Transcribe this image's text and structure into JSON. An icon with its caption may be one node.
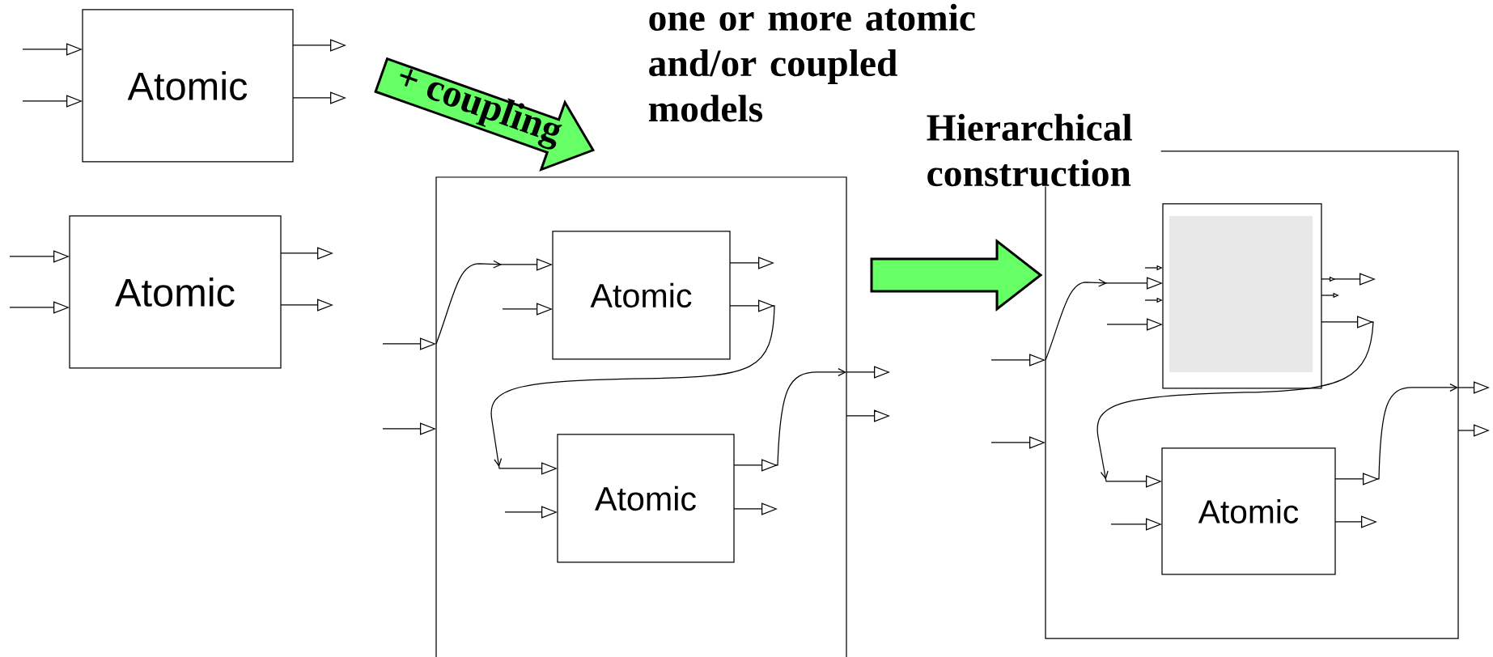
{
  "diagram": {
    "nodes": [
      {
        "text": [
          "Atomic"
        ]
      },
      {
        "text": [
          "Atomic"
        ]
      },
      {
        "text": [
          "+ coupling"
        ]
      },
      {
        "text": [],
        "shape": "box"
      },
      {
        "text": [
          "Atomic"
        ],
        "in": 3
      },
      {
        "text": [
          "Atomic"
        ],
        "in": 3
      },
      {
        "text": [],
        "shape": "box"
      },
      {
        "text": [],
        "shape": "box",
        "in": 6
      },
      {
        "text": [
          "Atomic"
        ],
        "in": 6
      }
    ],
    "edges": [
      {
        "from": null,
        "to": 0,
        "arrow": "to"
      },
      {
        "from": null,
        "to": 0,
        "arrow": "to"
      },
      {
        "from": 0,
        "to": null,
        "arrow": "to"
      },
      {
        "from": 0,
        "to": null,
        "arrow": "to"
      },
      {
        "from": null,
        "to": 1,
        "arrow": "to"
      },
      {
        "from": null,
        "to": 1,
        "arrow": "to"
      },
      {
        "from": 1,
        "to": null,
        "arrow": "to"
      },
      {
        "from": 1,
        "to": null,
        "arrow": "to"
      },
      {
        "from": null,
        "to": 3,
        "arrow": "to"
      },
      {
        "from": null,
        "to": 3,
        "arrow": "to"
      },
      {
        "from": 3,
        "to": 4,
        "arrow": "to"
      },
      {
        "from": null,
        "to": 4,
        "arrow": "to"
      },
      {
        "from": 4,
        "to": null,
        "arrow": "to"
      },
      {
        "from": 4,
        "to": 5,
        "arrow": "to"
      },
      {
        "from": null,
        "to": 5,
        "arrow": "to"
      },
      {
        "from": 5,
        "to": null,
        "arrow": "to"
      },
      {
        "from": 5,
        "to": 3,
        "arrow": "to"
      },
      {
        "from": 3,
        "to": null,
        "arrow": "to"
      },
      {
        "from": 3,
        "to": null,
        "arrow": "to"
      },
      {
        "from": 3,
        "to": 6,
        "arrow": "to",
        "style": "thick",
        "color": "#66ff66"
      },
      {
        "from": null,
        "to": 6,
        "arrow": "to"
      },
      {
        "from": null,
        "to": 6,
        "arrow": "to"
      },
      {
        "from": 6,
        "to": 7,
        "arrow": "to"
      },
      {
        "from": null,
        "to": 7,
        "arrow": "to"
      },
      {
        "from": null,
        "to": 7,
        "arrow": "to"
      },
      {
        "from": null,
        "to": 7,
        "arrow": "to"
      },
      {
        "from": 7,
        "to": null,
        "arrow": "to"
      },
      {
        "from": 7,
        "to": null,
        "arrow": "to"
      },
      {
        "from": 7,
        "to": 8,
        "arrow": "to"
      },
      {
        "from": null,
        "to": 8,
        "arrow": "to"
      },
      {
        "from": 8,
        "to": null,
        "arrow": "to"
      },
      {
        "from": 8,
        "to": 6,
        "arrow": "to"
      },
      {
        "from": 6,
        "to": null,
        "arrow": "to"
      },
      {
        "from": 6,
        "to": null,
        "arrow": "to"
      }
    ],
    "labels": [
      "one or more atomic and/or coupled models",
      "Hierarchical construction"
    ]
  }
}
